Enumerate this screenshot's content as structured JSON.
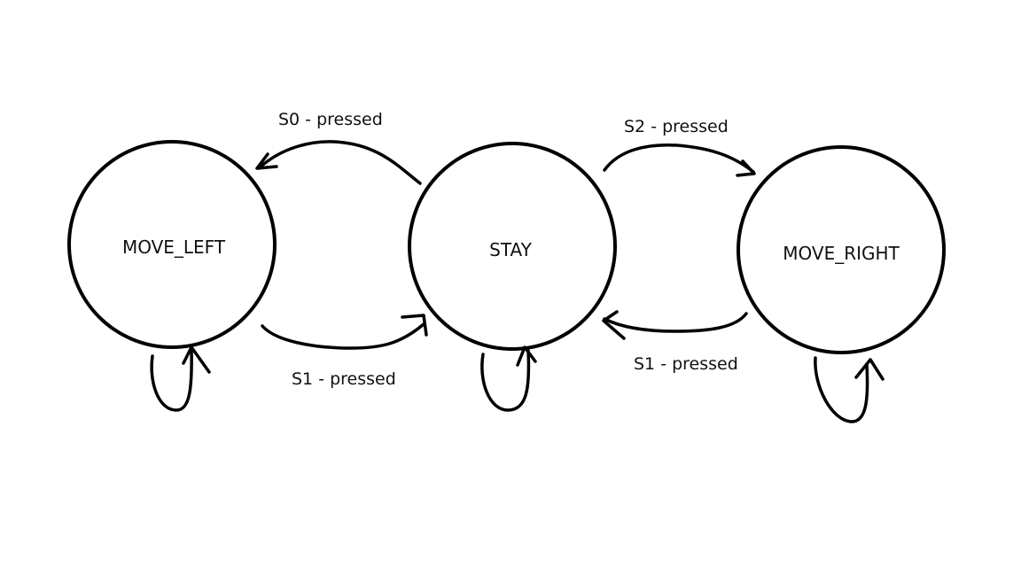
{
  "diagram": {
    "states": {
      "move_left": {
        "label": "MOVE_LEFT"
      },
      "stay": {
        "label": "STAY"
      },
      "move_right": {
        "label": "MOVE_RIGHT"
      }
    },
    "transitions": {
      "stay_to_left": {
        "label": "S0 - pressed"
      },
      "left_to_stay": {
        "label": "S1 - pressed"
      },
      "stay_to_right": {
        "label": "S2 - pressed"
      },
      "right_to_stay": {
        "label": "S1 - pressed"
      }
    }
  }
}
